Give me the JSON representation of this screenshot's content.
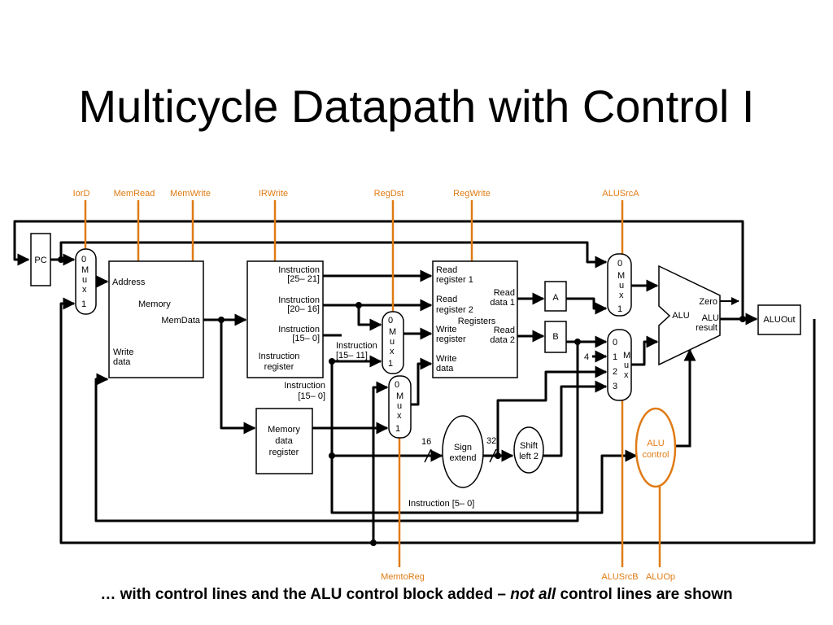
{
  "title": "Multicycle Datapath with Control I",
  "caption": {
    "prefix": "… with control lines and the ALU control block added – ",
    "emphasis": "not all",
    "suffix": " control lines are shown"
  },
  "colors": {
    "control": "#e07b14",
    "wire": "#000000",
    "background": "#ffffff"
  },
  "control_signals": {
    "iord": "IorD",
    "memread": "MemRead",
    "memwrite": "MemWrite",
    "irwrite": "IRWrite",
    "regdst": "RegDst",
    "regwrite": "RegWrite",
    "alusrca": "ALUSrcA",
    "memtoreg": "MemtoReg",
    "alusrcb": "ALUSrcB",
    "aluop": "ALUOp"
  },
  "blocks": {
    "pc": "PC",
    "memory": {
      "address": "Address",
      "name": "Memory",
      "memdata": "MemData",
      "write_1": "Write",
      "write_2": "data"
    },
    "ir": {
      "i1a": "Instruction",
      "i1b": "[25– 21]",
      "i2a": "Instruction",
      "i2b": "[20– 16]",
      "i3a": "Instruction",
      "i3b": "[15– 0]",
      "n1": "Instruction",
      "n2": "register"
    },
    "mdr": {
      "l1": "Memory",
      "l2": "data",
      "l3": "register"
    },
    "regs": {
      "rr1a": "Read",
      "rr1b": "register 1",
      "rr2a": "Read",
      "rr2b": "register 2",
      "wra": "Write",
      "wrb": "register",
      "wda": "Write",
      "wdb": "data",
      "rd1a": "Read",
      "rd1b": "data 1",
      "rd2a": "Read",
      "rd2b": "data 2",
      "name": "Registers"
    },
    "a": "A",
    "b": "B",
    "alu": {
      "name": "ALU",
      "zero": "Zero",
      "res1": "ALU",
      "res2": "result"
    },
    "aluout": "ALUOut",
    "alucontrol": {
      "l1": "ALU",
      "l2": "control"
    },
    "signext": {
      "l1": "Sign",
      "l2": "extend"
    },
    "shift": {
      "l1": "Shift",
      "l2": "left 2"
    }
  },
  "mux_labels": {
    "zero": "0",
    "one": "1",
    "two": "2",
    "three": "3",
    "m": "M",
    "u": "u",
    "x": "x"
  },
  "wire_labels": {
    "ir_15_11a": "Instruction",
    "ir_15_11b": "[15– 11]",
    "ir_15_0a": "Instruction",
    "ir_15_0b": "[15– 0]",
    "instr_5_0": "Instruction [5– 0]",
    "width16": "16",
    "width32": "32",
    "const4": "4"
  }
}
